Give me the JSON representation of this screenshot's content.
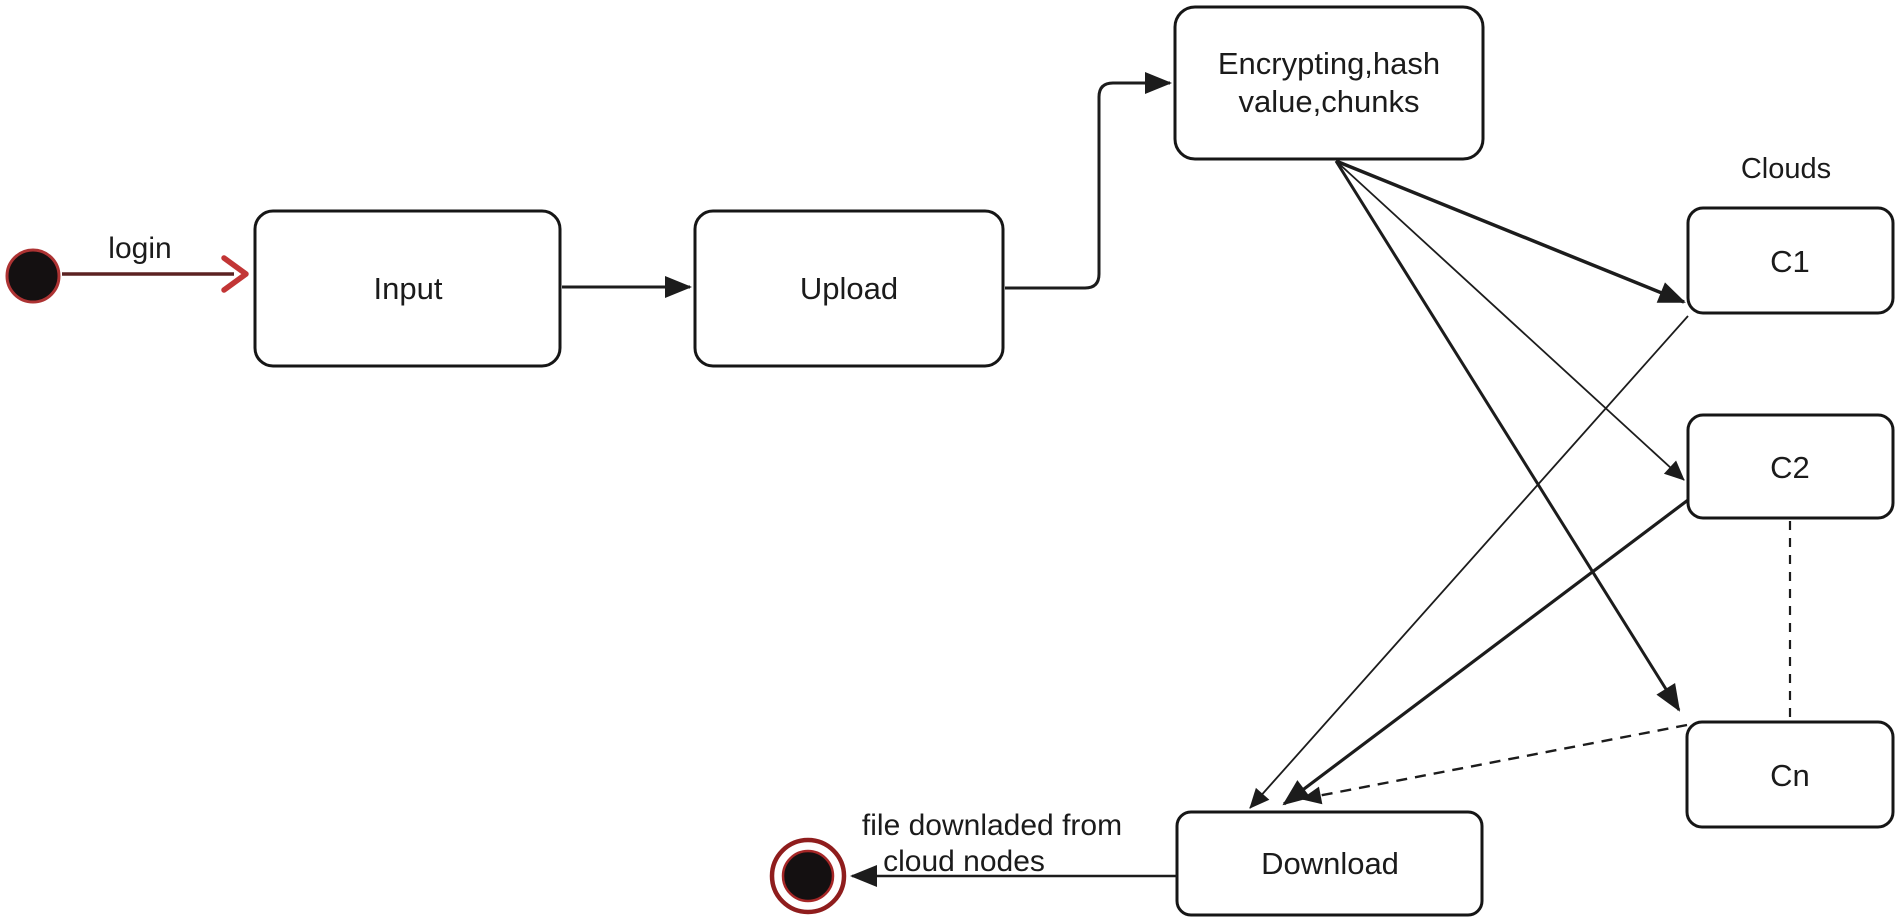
{
  "diagram": {
    "title": "cloud upload-download activity diagram",
    "nodes": {
      "input": "Input",
      "upload": "Upload",
      "encrypting_line1": "Encrypting,hash",
      "encrypting_line2": "value,chunks",
      "c1": "C1",
      "c2": "C2",
      "cn": "Cn",
      "download": "Download"
    },
    "labels": {
      "clouds": "Clouds",
      "login": "login",
      "download_note_line1": "file downladed from",
      "download_note_line2": "cloud nodes"
    },
    "edges": [
      {
        "from": "start",
        "to": "input",
        "label": "login",
        "style": "solid-red"
      },
      {
        "from": "input",
        "to": "upload",
        "style": "solid"
      },
      {
        "from": "upload",
        "to": "encrypting",
        "style": "solid-elbow"
      },
      {
        "from": "encrypting",
        "to": "c1",
        "style": "solid"
      },
      {
        "from": "encrypting",
        "to": "c2",
        "style": "solid-thin"
      },
      {
        "from": "encrypting",
        "to": "cn",
        "style": "solid"
      },
      {
        "from": "c1",
        "to": "download",
        "style": "solid-thin"
      },
      {
        "from": "c2",
        "to": "download",
        "style": "solid"
      },
      {
        "from": "cn",
        "to": "download",
        "style": "dashed"
      },
      {
        "from": "c2",
        "to": "cn",
        "style": "dashed"
      },
      {
        "from": "download",
        "to": "end",
        "label": "file downladed from cloud nodes",
        "style": "solid"
      }
    ],
    "colors": {
      "background": "#ffffff",
      "line": "#1c1c1c",
      "box_border": "#161616",
      "box_fill": "#ffffff",
      "login_line": "#5c2222",
      "login_arrowhead": "#c23535",
      "start_node_fill": "#141011",
      "start_node_ring": "#ad3333",
      "end_node_ring": "#8f1d1d",
      "end_node_inner_rim": "#a62727"
    }
  }
}
